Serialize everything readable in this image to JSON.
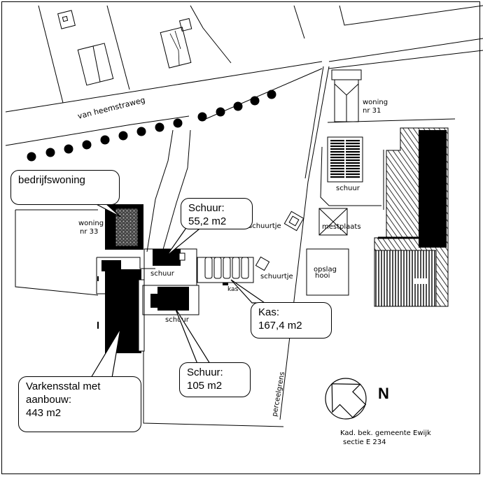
{
  "road": {
    "name": "van heemstraweg"
  },
  "callouts": {
    "bedrijfswoning": "bedrijfswoning",
    "schuur_a_title": "Schuur:",
    "schuur_a_area": "55,2 m2",
    "kas_title": "Kas:",
    "kas_area": "167,4 m2",
    "schuur_b_title": "Schuur:",
    "schuur_b_area": "105 m2",
    "varkensstal_line1": "Varkensstal met",
    "varkensstal_line2": "aanbouw:",
    "varkensstal_area": "443 m2"
  },
  "labels": {
    "woning_west_1": "woning",
    "woning_west_2": "nr 33",
    "woning_east_1": "woning",
    "woning_east_2": "nr 31",
    "schuur_east": "schuur",
    "schuur_center": "schuur",
    "schuur_south": "schuur",
    "schuurtje_1": "schuurtje",
    "schuurtje_2": "schuurtje",
    "mestplaats": "mestplaats",
    "opslag_1": "opslag",
    "opslag_2": "hooi",
    "kas": "kas",
    "perceelgrens": "perceelgrens",
    "north": "N",
    "kadaster_1": "Kad. bek. gemeente Ewijk",
    "kadaster_2": "sectie E 234"
  }
}
